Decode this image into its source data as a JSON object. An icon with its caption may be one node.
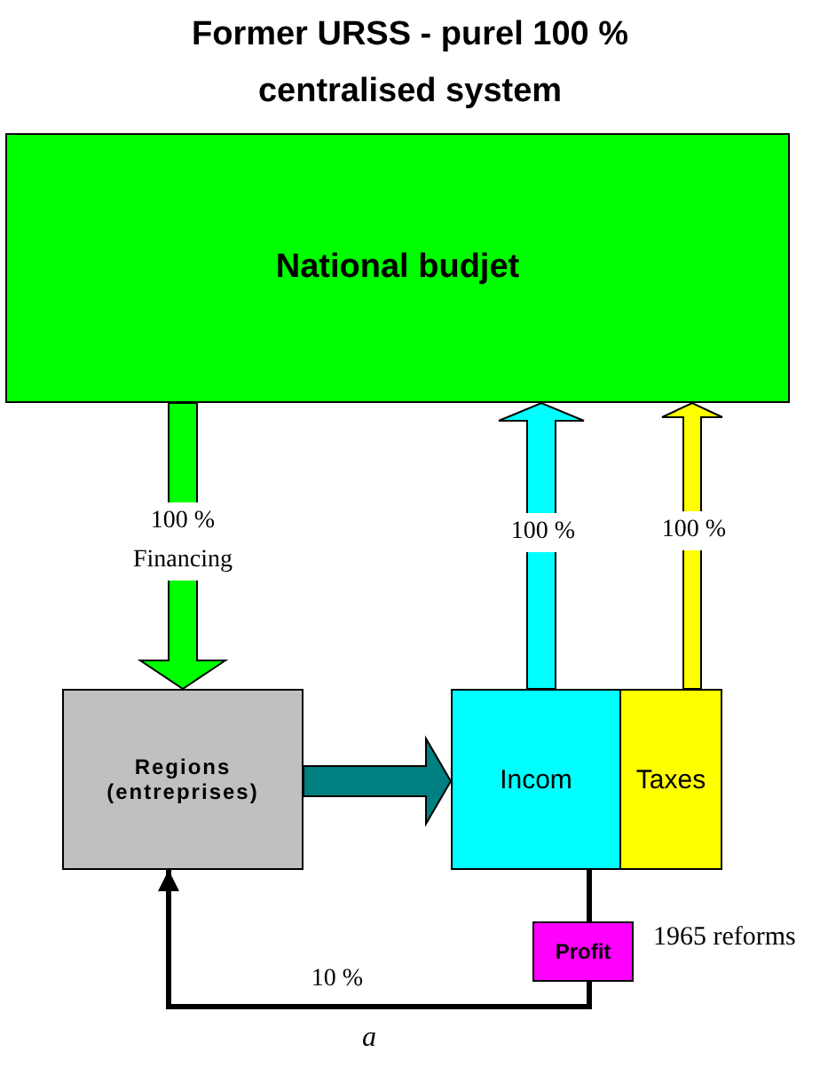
{
  "diagram": {
    "title": "Former URSS - purel 100 % centralised system",
    "nodes": [
      {
        "text": [
          "National budjet"
        ]
      },
      {
        "text": [
          "Regions (entreprises)"
        ]
      },
      {
        "text": [
          "Incom"
        ]
      },
      {
        "text": [
          "Taxes"
        ]
      },
      {
        "text": [
          "Profit"
        ],
        "beside": [
          "1965 reforms"
        ]
      }
    ],
    "edges": [
      {
        "from": 0,
        "to": 1,
        "arrow": "to",
        "label": "100 % Financing",
        "style": "thick",
        "color": "#00ff00"
      },
      {
        "from": 1,
        "to": 2,
        "arrow": "to",
        "style": "thick",
        "color": "#008080"
      },
      {
        "from": 2,
        "to": 0,
        "arrow": "to",
        "label": "100 %",
        "style": "thick",
        "color": "#00ffff"
      },
      {
        "from": 3,
        "to": 0,
        "arrow": "to",
        "label": "100 %",
        "style": "thick",
        "color": "#ffff00"
      },
      {
        "from": 2,
        "to": 4,
        "arrow": "none"
      },
      {
        "from": 4,
        "to": 1,
        "arrow": "to",
        "label": "10 %"
      }
    ],
    "labels": [
      "a"
    ]
  }
}
